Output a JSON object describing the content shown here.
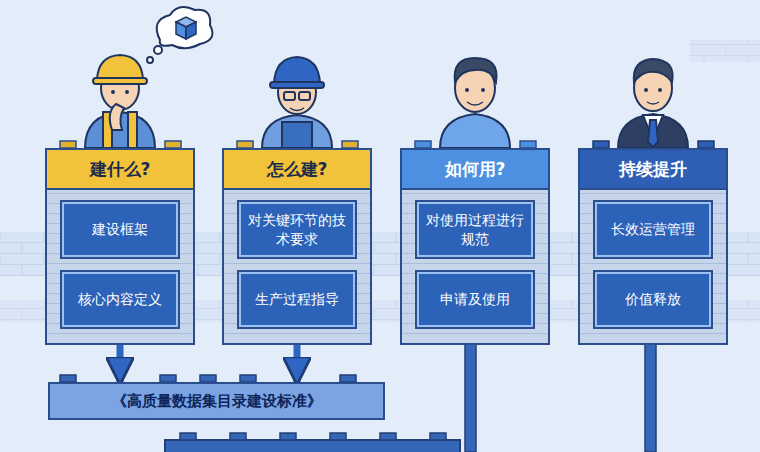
{
  "diagram": {
    "nodes": [
      {
        "text": [
          "建什么?"
        ]
      },
      {
        "text": [
          "建设框架"
        ],
        "in": 0
      },
      {
        "text": [
          "核心内容定义"
        ],
        "in": 0
      },
      {
        "text": [
          "怎么建?"
        ]
      },
      {
        "text": [
          "对关键环节的技术要求"
        ],
        "in": 3
      },
      {
        "text": [
          "生产过程指导"
        ],
        "in": 3
      },
      {
        "text": [
          "如何用?"
        ]
      },
      {
        "text": [
          "对使用过程进行规范"
        ],
        "in": 6
      },
      {
        "text": [
          "申请及使用"
        ],
        "in": 6
      },
      {
        "text": [
          "持续提升"
        ]
      },
      {
        "text": [
          "长效运营管理"
        ],
        "in": 9
      },
      {
        "text": [
          "价值释放"
        ],
        "in": 9
      },
      {
        "text": [
          "《高质量数据集目录建设标准》"
        ]
      }
    ],
    "edges": [
      {
        "from": 0,
        "to": 12,
        "arrow": "to"
      },
      {
        "from": 3,
        "to": 12,
        "arrow": "to"
      }
    ]
  }
}
